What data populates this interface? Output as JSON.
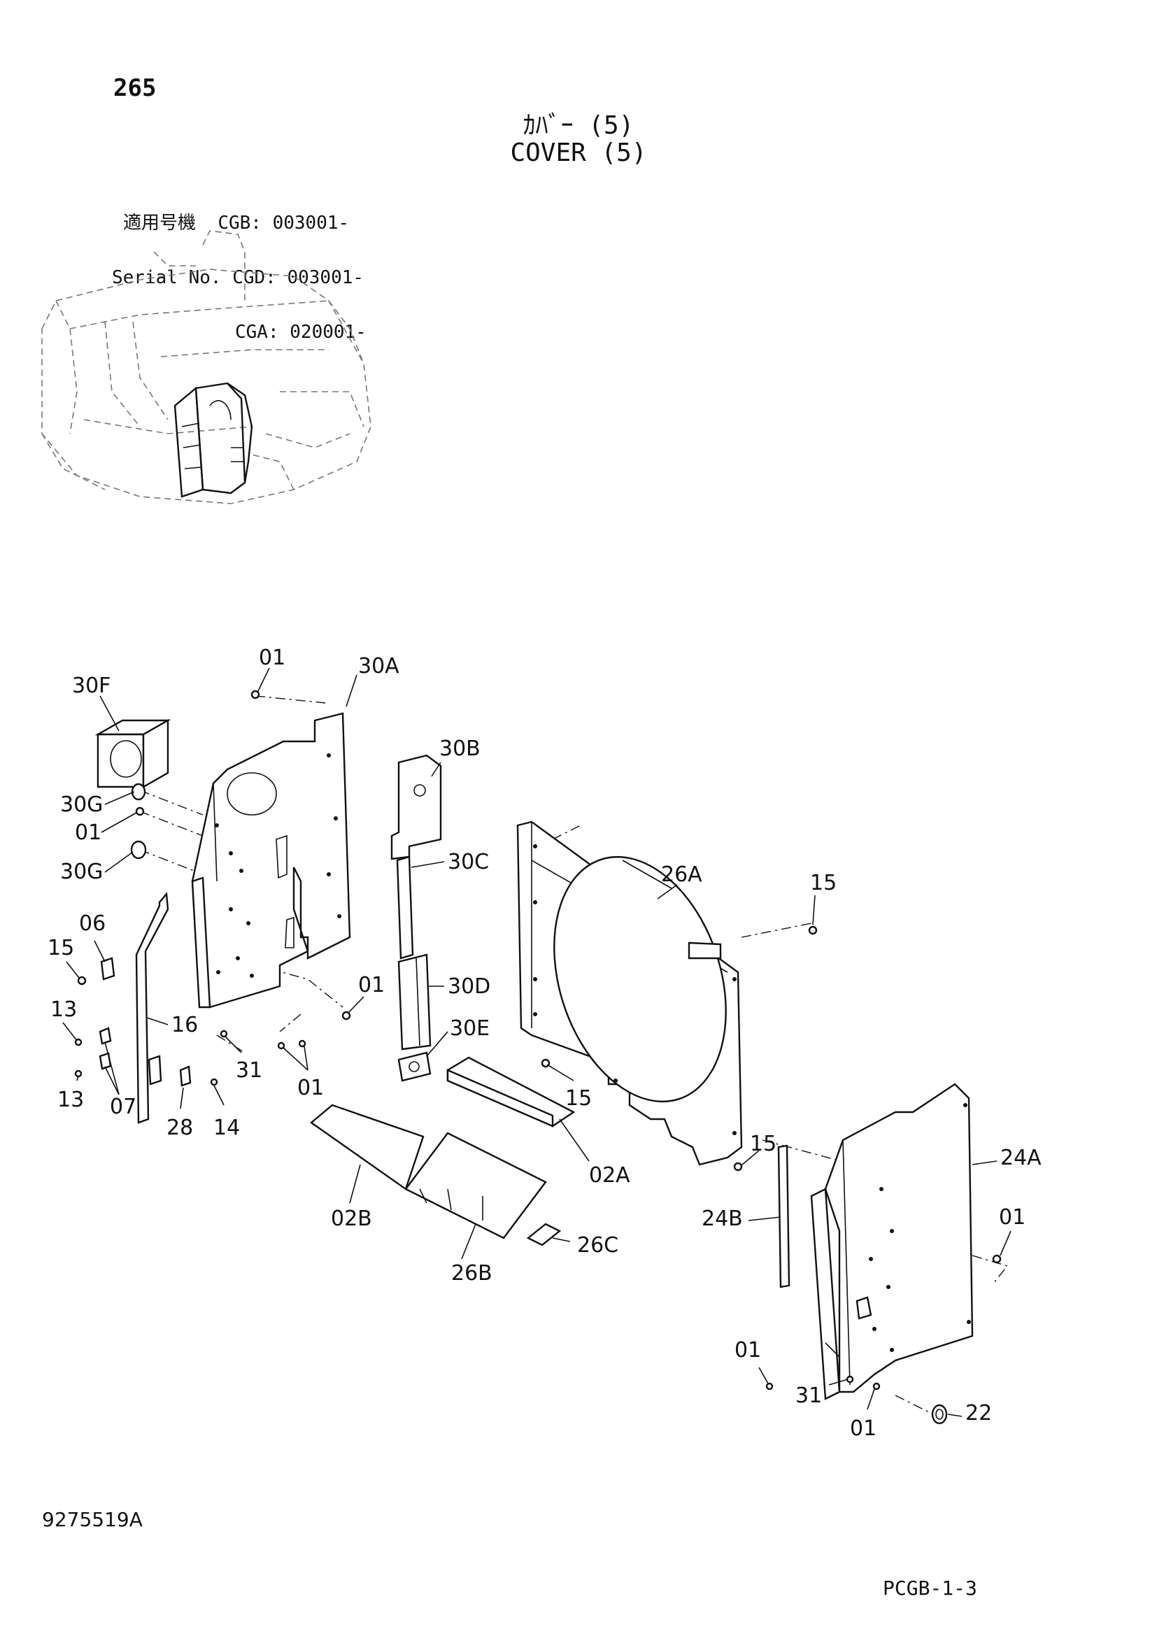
{
  "header": {
    "page_number": "265",
    "title_jp": "ｶﾊﾞｰ (5)",
    "title_en": "COVER (5)"
  },
  "serial_info": {
    "label_jp": "適用号機",
    "label_en": "Serial No.",
    "line1": "CGB: 003001-",
    "line2": "CGD: 003001-",
    "line3": "CGA: 020001-"
  },
  "callouts": {
    "c_01_top": "01",
    "c_30A": "30A",
    "c_30F": "30F",
    "c_30G_a": "30G",
    "c_01_left": "01",
    "c_30G_b": "30G",
    "c_30B": "30B",
    "c_30C": "30C",
    "c_30D": "30D",
    "c_30E": "30E",
    "c_26A": "26A",
    "c_15_right": "15",
    "c_06": "06",
    "c_15_left": "15",
    "c_13_a": "13",
    "c_16": "16",
    "c_13_b": "13",
    "c_07": "07",
    "c_28": "28",
    "c_14": "14",
    "c_01_mid": "01",
    "c_31_left": "31",
    "c_01_low": "01",
    "c_15_mid": "15",
    "c_02A": "02A",
    "c_02B": "02B",
    "c_26B": "26B",
    "c_26C": "26C",
    "c_15_lower": "15",
    "c_24A": "24A",
    "c_24B": "24B",
    "c_01_rt": "01",
    "c_01_br": "01",
    "c_31_right": "31",
    "c_22": "22",
    "c_01_bottom": "01"
  },
  "footer": {
    "drawing_number": "9275519A",
    "page_code": "PCGB-1-3"
  }
}
